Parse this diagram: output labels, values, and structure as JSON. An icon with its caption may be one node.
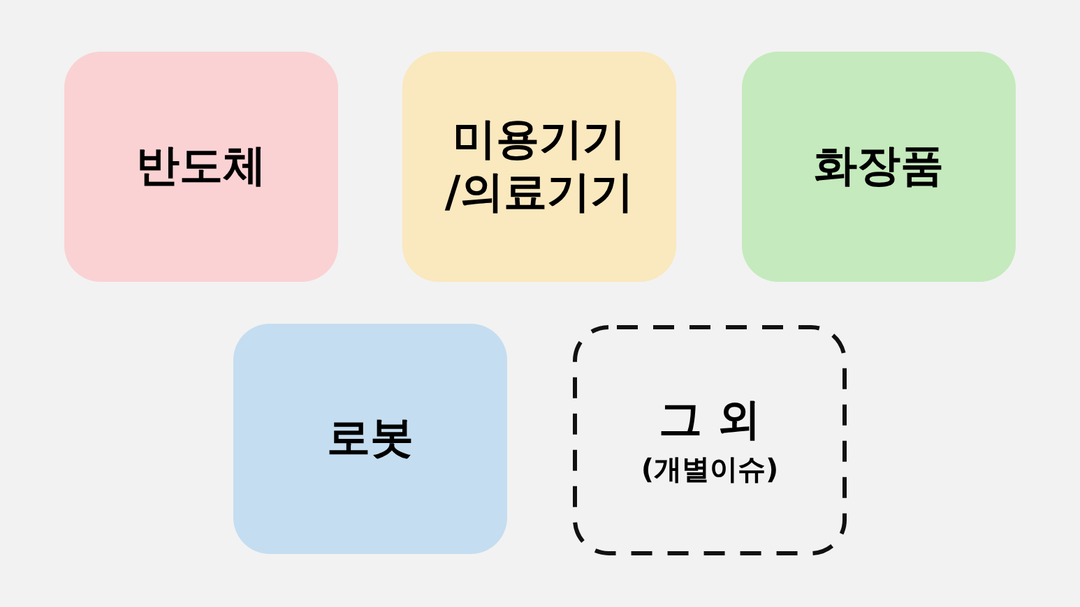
{
  "diagram": {
    "nodes": [
      {
        "text": [
          "반도체"
        ]
      },
      {
        "text": [
          "미용기기 /의료기기"
        ]
      },
      {
        "text": [
          "화장품"
        ]
      },
      {
        "text": [
          "로봇"
        ]
      },
      {
        "text": [
          "그 외",
          "(개별이슈)"
        ]
      }
    ]
  }
}
